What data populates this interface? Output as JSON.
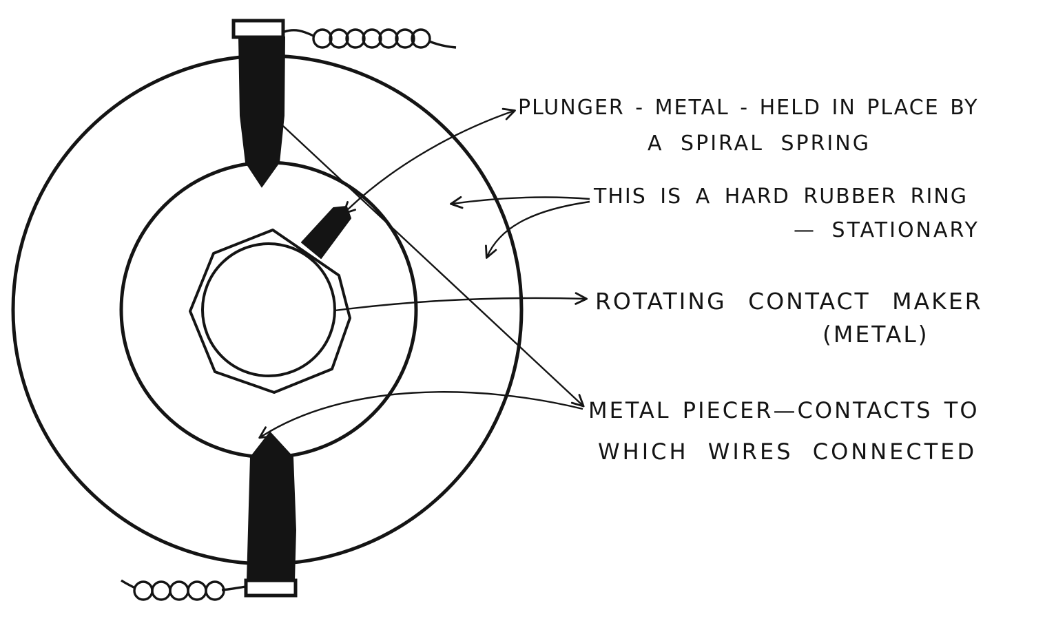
{
  "colors": {
    "ink": "#141414",
    "background": "#ffffff"
  },
  "labels": {
    "plunger": {
      "line1": "PLUNGER - METAL - HELD IN PLACE BY",
      "line2": "A SPIRAL SPRING"
    },
    "rubber_ring": {
      "line1": "THIS IS A HARD RUBBER RING",
      "line2": "— STATIONARY"
    },
    "contact_maker": {
      "line1": "ROTATING CONTACT MAKER",
      "line2": "(METAL)"
    },
    "metal_pieces": {
      "line1": "METAL PIECER—CONTACTS TO",
      "line2": "WHICH WIRES CONNECTED"
    }
  }
}
